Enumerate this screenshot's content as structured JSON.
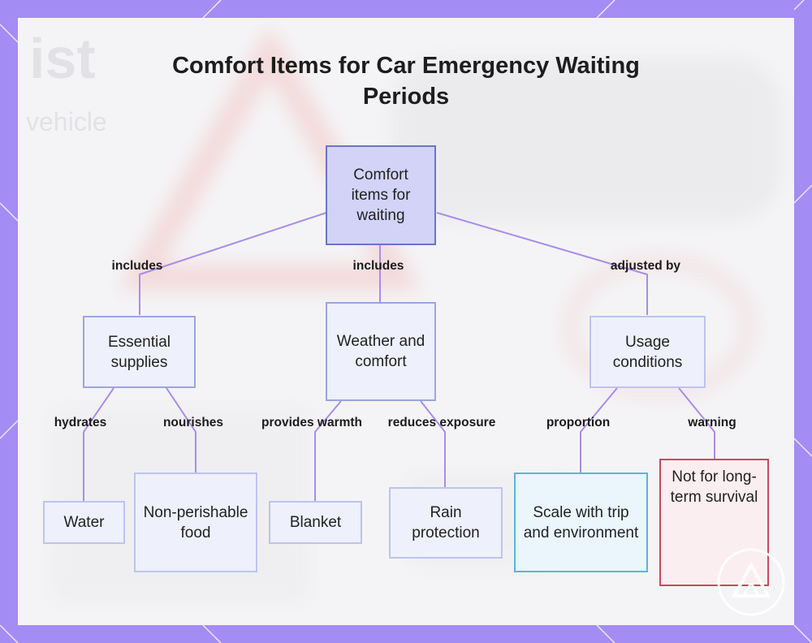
{
  "title": "Comfort Items for Car Emergency Waiting Periods",
  "background_fragments": [
    "ist",
    "vehicle"
  ],
  "nodes": {
    "root": "Comfort items for waiting",
    "essential": "Essential supplies",
    "weather": "Weather and comfort",
    "usage": "Usage conditions",
    "water": "Water",
    "food": "Non-perishable food",
    "blanket": "Blanket",
    "rain": "Rain protection",
    "scale": "Scale with trip and environment",
    "warning": "Not for long-term survival"
  },
  "edges": {
    "includes_left": "includes",
    "includes_mid": "includes",
    "adjusted_by": "adjusted by",
    "hydrates": "hydrates",
    "nourishes": "nourishes",
    "provides_warmth": "provides warmth",
    "reduces_exposure": "reduces exposure",
    "proportion": "proportion",
    "warning": "warning"
  },
  "colors": {
    "frame": "#a48cf5",
    "edge": "#a98ce8",
    "root_fill": "#d2d3f7",
    "accent_border": "#53b8df",
    "warning_border": "#c94a5a"
  },
  "icons": {
    "logo": "triangle-logo-icon"
  }
}
